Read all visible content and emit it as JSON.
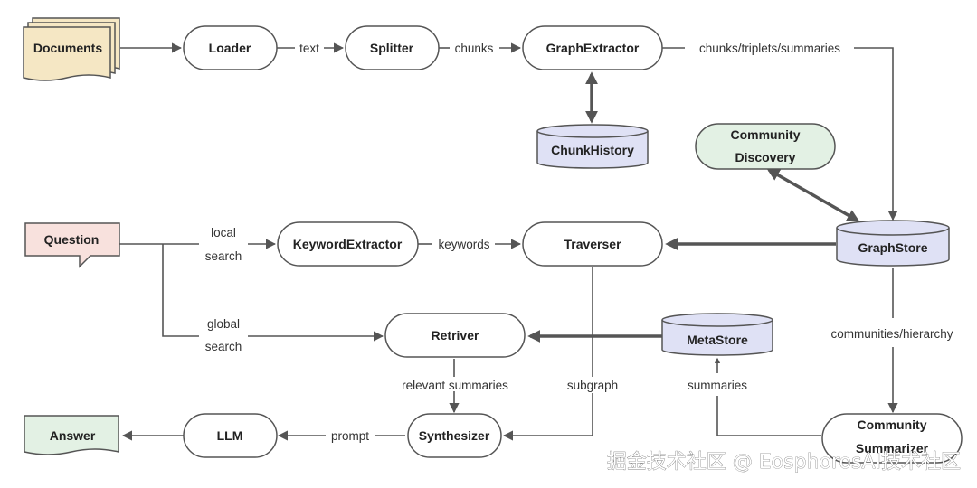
{
  "nodes": {
    "documents": "Documents",
    "loader": "Loader",
    "splitter": "Splitter",
    "graph_extractor": "GraphExtractor",
    "chunk_history": "ChunkHistory",
    "community_discovery_1": "Community",
    "community_discovery_2": "Discovery",
    "graph_store": "GraphStore",
    "question": "Question",
    "keyword_extractor": "KeywordExtractor",
    "traverser": "Traverser",
    "retriver": "Retriver",
    "meta_store": "MetaStore",
    "answer": "Answer",
    "llm": "LLM",
    "synthesizer": "Synthesizer",
    "community_summarizer_1": "Community",
    "community_summarizer_2": "Summarizer"
  },
  "edges": {
    "text": "text",
    "chunks": "chunks",
    "chunks_triplets_summaries": "chunks/triplets/summaries",
    "local_1": "local",
    "local_2": "search",
    "keywords": "keywords",
    "global_1": "global",
    "global_2": "search",
    "relevant_summaries": "relevant summaries",
    "subgraph": "subgraph",
    "summaries": "summaries",
    "communities_hierarchy": "communities/hierarchy",
    "prompt": "prompt"
  },
  "watermark": "掘金技术社区 @ EosphorosAI技术社区",
  "colors": {
    "documents_fill": "#f5e7c4",
    "question_fill": "#f8e1dd",
    "answer_fill": "#e3f1e4",
    "store_fill": "#dfe1f5",
    "community_fill": "#e3f1e4",
    "node_fill": "#ffffff",
    "stroke": "#555555"
  }
}
